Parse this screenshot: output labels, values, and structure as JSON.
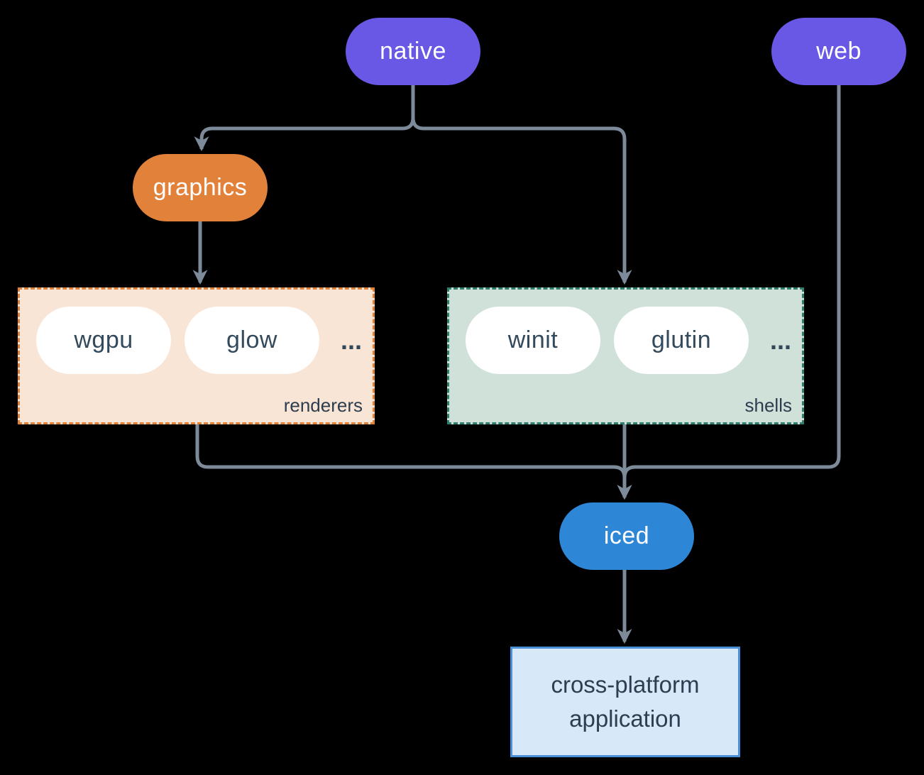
{
  "background": "#000000",
  "connector_color": "#7c8a99",
  "nodes": {
    "native": {
      "label": "native",
      "fill": "#6858e5",
      "text_color": "#ffffff"
    },
    "web": {
      "label": "web",
      "fill": "#6858e5",
      "text_color": "#ffffff"
    },
    "graphics": {
      "label": "graphics",
      "fill": "#e2823a",
      "text_color": "#ffffff"
    },
    "iced": {
      "label": "iced",
      "fill": "#2e86d6",
      "text_color": "#ffffff"
    },
    "application": {
      "label": "cross-platform application",
      "fill": "#d7e8f9",
      "border": "#4a90d9",
      "text_color": "#2e3e50"
    }
  },
  "groups": {
    "renderers": {
      "label": "renderers",
      "fill": "#f9e5d6",
      "border": "#e0813a",
      "items": [
        "wgpu",
        "glow"
      ],
      "ellipsis": "...",
      "item_text_color": "#334a5c"
    },
    "shells": {
      "label": "shells",
      "fill": "#d0e1da",
      "border": "#2f7d6b",
      "items": [
        "winit",
        "glutin"
      ],
      "ellipsis": "...",
      "item_text_color": "#334a5c"
    }
  },
  "edges": [
    {
      "from": "native",
      "to": "graphics"
    },
    {
      "from": "native",
      "to": "shells"
    },
    {
      "from": "graphics",
      "to": "renderers"
    },
    {
      "from": "renderers",
      "to": "iced"
    },
    {
      "from": "shells",
      "to": "iced"
    },
    {
      "from": "web",
      "to": "iced"
    },
    {
      "from": "iced",
      "to": "application"
    }
  ]
}
